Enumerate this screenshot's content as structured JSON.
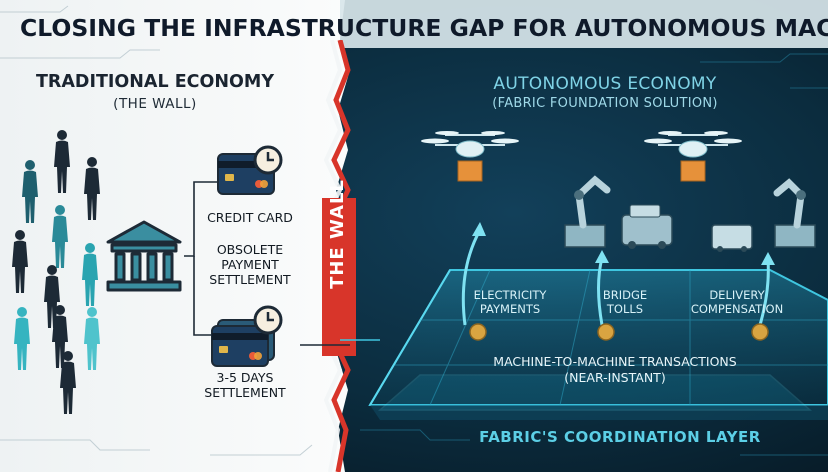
{
  "title": "CLOSING THE INFRASTRUCTURE GAP FOR AUTONOMOUS MACHINES",
  "traditional": {
    "heading": "TRADITIONAL ECONOMY",
    "subheading": "(THE WALL)",
    "credit_card_label": "CREDIT CARD",
    "obsolete_label": [
      "OBSOLETE",
      "PAYMENT",
      "SETTLEMENT"
    ],
    "settlement_label": [
      "3-5 DAYS",
      "SETTLEMENT"
    ]
  },
  "wall_label": "THE WALL",
  "autonomous": {
    "heading": "AUTONOMOUS ECONOMY",
    "subheading": "(FABRIC FOUNDATION SOLUTION)",
    "payments": [
      {
        "lines": [
          "ELECTRICITY",
          "PAYMENTS"
        ]
      },
      {
        "lines": [
          "BRIDGE",
          "TOLLS"
        ]
      },
      {
        "lines": [
          "DELIVERY",
          "COMPENSATION"
        ]
      }
    ],
    "transactions_label": [
      "MACHINE-TO-MACHINE TRANSACTIONS",
      "(NEAR-INSTANT)"
    ],
    "coordination_label": "FABRIC'S COORDINATION LAYER"
  },
  "colors": {
    "left_bg": "#f2f5f6",
    "right_bg": "#0b2a3a",
    "wall_red": "#d8352a",
    "accent_cyan": "#3fc6e0",
    "coin_gold": "#d9a441"
  },
  "icons": [
    "person-icon",
    "bank-icon",
    "credit-card-icon",
    "clock-icon",
    "drone-icon",
    "package-icon",
    "robot-arm-icon",
    "cart-robot-icon",
    "coin-icon"
  ]
}
